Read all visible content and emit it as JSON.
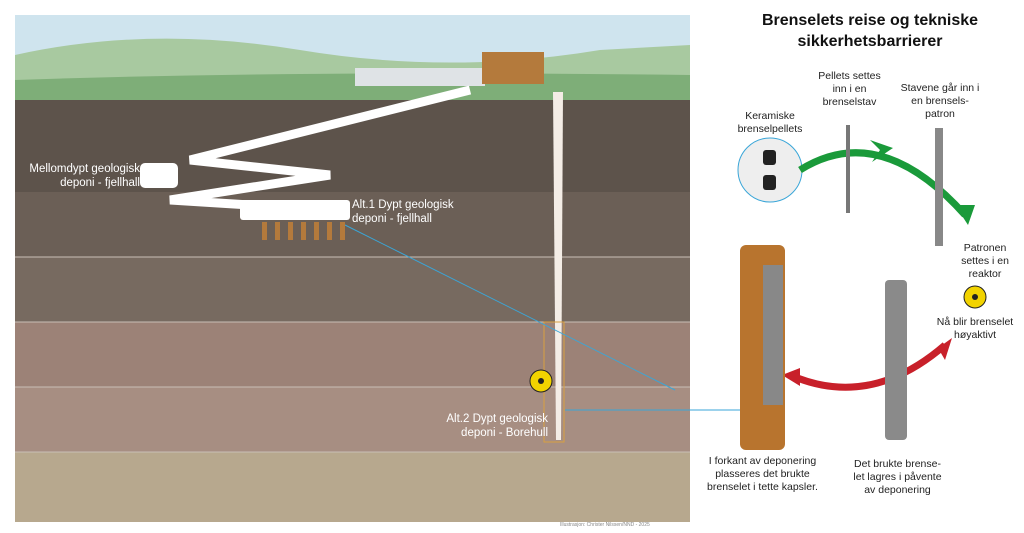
{
  "title": "Brenselets reise og tekniske sikkerhetsbarrierer",
  "scene": {
    "labels": {
      "mellomdypt": "Mellomdypt geologisk deponi - fjellhall",
      "alt1": "Alt.1 Dypt geologisk deponi - fjellhall",
      "alt2": "Alt.2 Dypt geologisk deponi - Borehull"
    },
    "credit": "Illustrasjon: Christer Nilssen/NND - 2025"
  },
  "steps": {
    "pellets": "Keramiske brenselpellets",
    "rod": "Pellets settes inn i en brenselstav",
    "assembly": "Stavene går inn i en brensels-patron",
    "reactor": "Patronen settes  i en reaktor",
    "active": "Nå blir brenselet høyaktivt",
    "storage": "Det brukte brense-let lagres i påvente av deponering",
    "capsule": "I forkant av deponering plasseres det brukte brenselet i tette kapsler."
  },
  "colors": {
    "green_arrow": "#1a9a3a",
    "red_arrow": "#c8202a",
    "copper": "#b8742e",
    "radiation": "#f2d300"
  }
}
